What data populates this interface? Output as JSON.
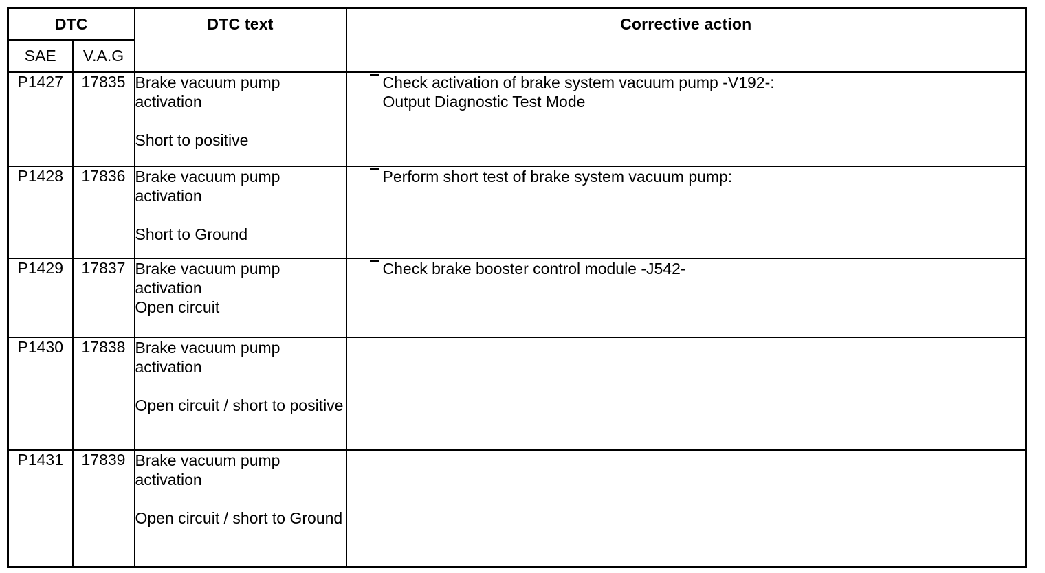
{
  "table": {
    "header": {
      "group_label": "DTC",
      "sub_sae": "SAE",
      "sub_vag": "V.A.G",
      "dtc_text": "DTC text",
      "corrective_action": "Corrective action"
    },
    "rows": [
      {
        "sae": "P1427",
        "vag": "17835",
        "dtc_text_main": "Brake vacuum pump activation",
        "dtc_text_detail": "Short to positive",
        "has_gap": true,
        "actions": [
          "Check activation of brake system vacuum pump -V192-:\nOutput Diagnostic Test Mode"
        ]
      },
      {
        "sae": "P1428",
        "vag": "17836",
        "dtc_text_main": "Brake vacuum pump activation",
        "dtc_text_detail": "Short to Ground",
        "has_gap": true,
        "actions": [
          "Perform short test of brake system vacuum pump:"
        ]
      },
      {
        "sae": "P1429",
        "vag": "17837",
        "dtc_text_main": "Brake vacuum pump activation",
        "dtc_text_detail": "Open circuit",
        "has_gap": false,
        "actions": [
          "Check brake booster control module -J542-"
        ]
      },
      {
        "sae": "P1430",
        "vag": "17838",
        "dtc_text_main": "Brake vacuum pump activation",
        "dtc_text_detail": "Open circuit / short to positive",
        "has_gap": true,
        "actions": []
      },
      {
        "sae": "P1431",
        "vag": "17839",
        "dtc_text_main": "Brake vacuum pump activation",
        "dtc_text_detail": "Open circuit / short to Ground",
        "has_gap": true,
        "actions": []
      }
    ]
  },
  "colors": {
    "border": "#000000",
    "text": "#000000",
    "background": "#ffffff"
  }
}
